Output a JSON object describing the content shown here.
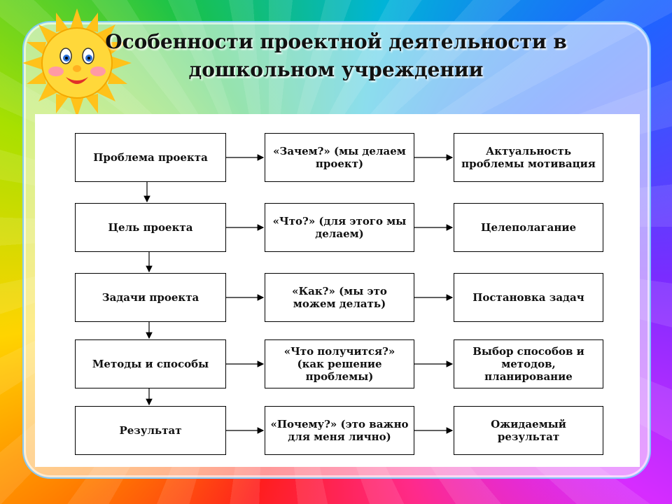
{
  "title": "Особенности проектной деятельности в дошкольном учреждении",
  "rows": [
    {
      "stage": "Проблема проекта",
      "question": "«Зачем?» (мы делаем проект)",
      "result": "Актуальность проблемы мотивация"
    },
    {
      "stage": "Цель проекта",
      "question": "«Что?» (для этого мы делаем)",
      "result": "Целеполагание"
    },
    {
      "stage": "Задачи проекта",
      "question": "«Как?» (мы это можем делать)",
      "result": "Постановка задач"
    },
    {
      "stage": "Методы и способы",
      "question": "«Что получится?» (как решение проблемы)",
      "result": "Выбор способов и методов, планирование"
    },
    {
      "stage": "Результат",
      "question": "«Почему?» (это важно для меня лично)",
      "result": "Ожидаемый результат"
    }
  ]
}
